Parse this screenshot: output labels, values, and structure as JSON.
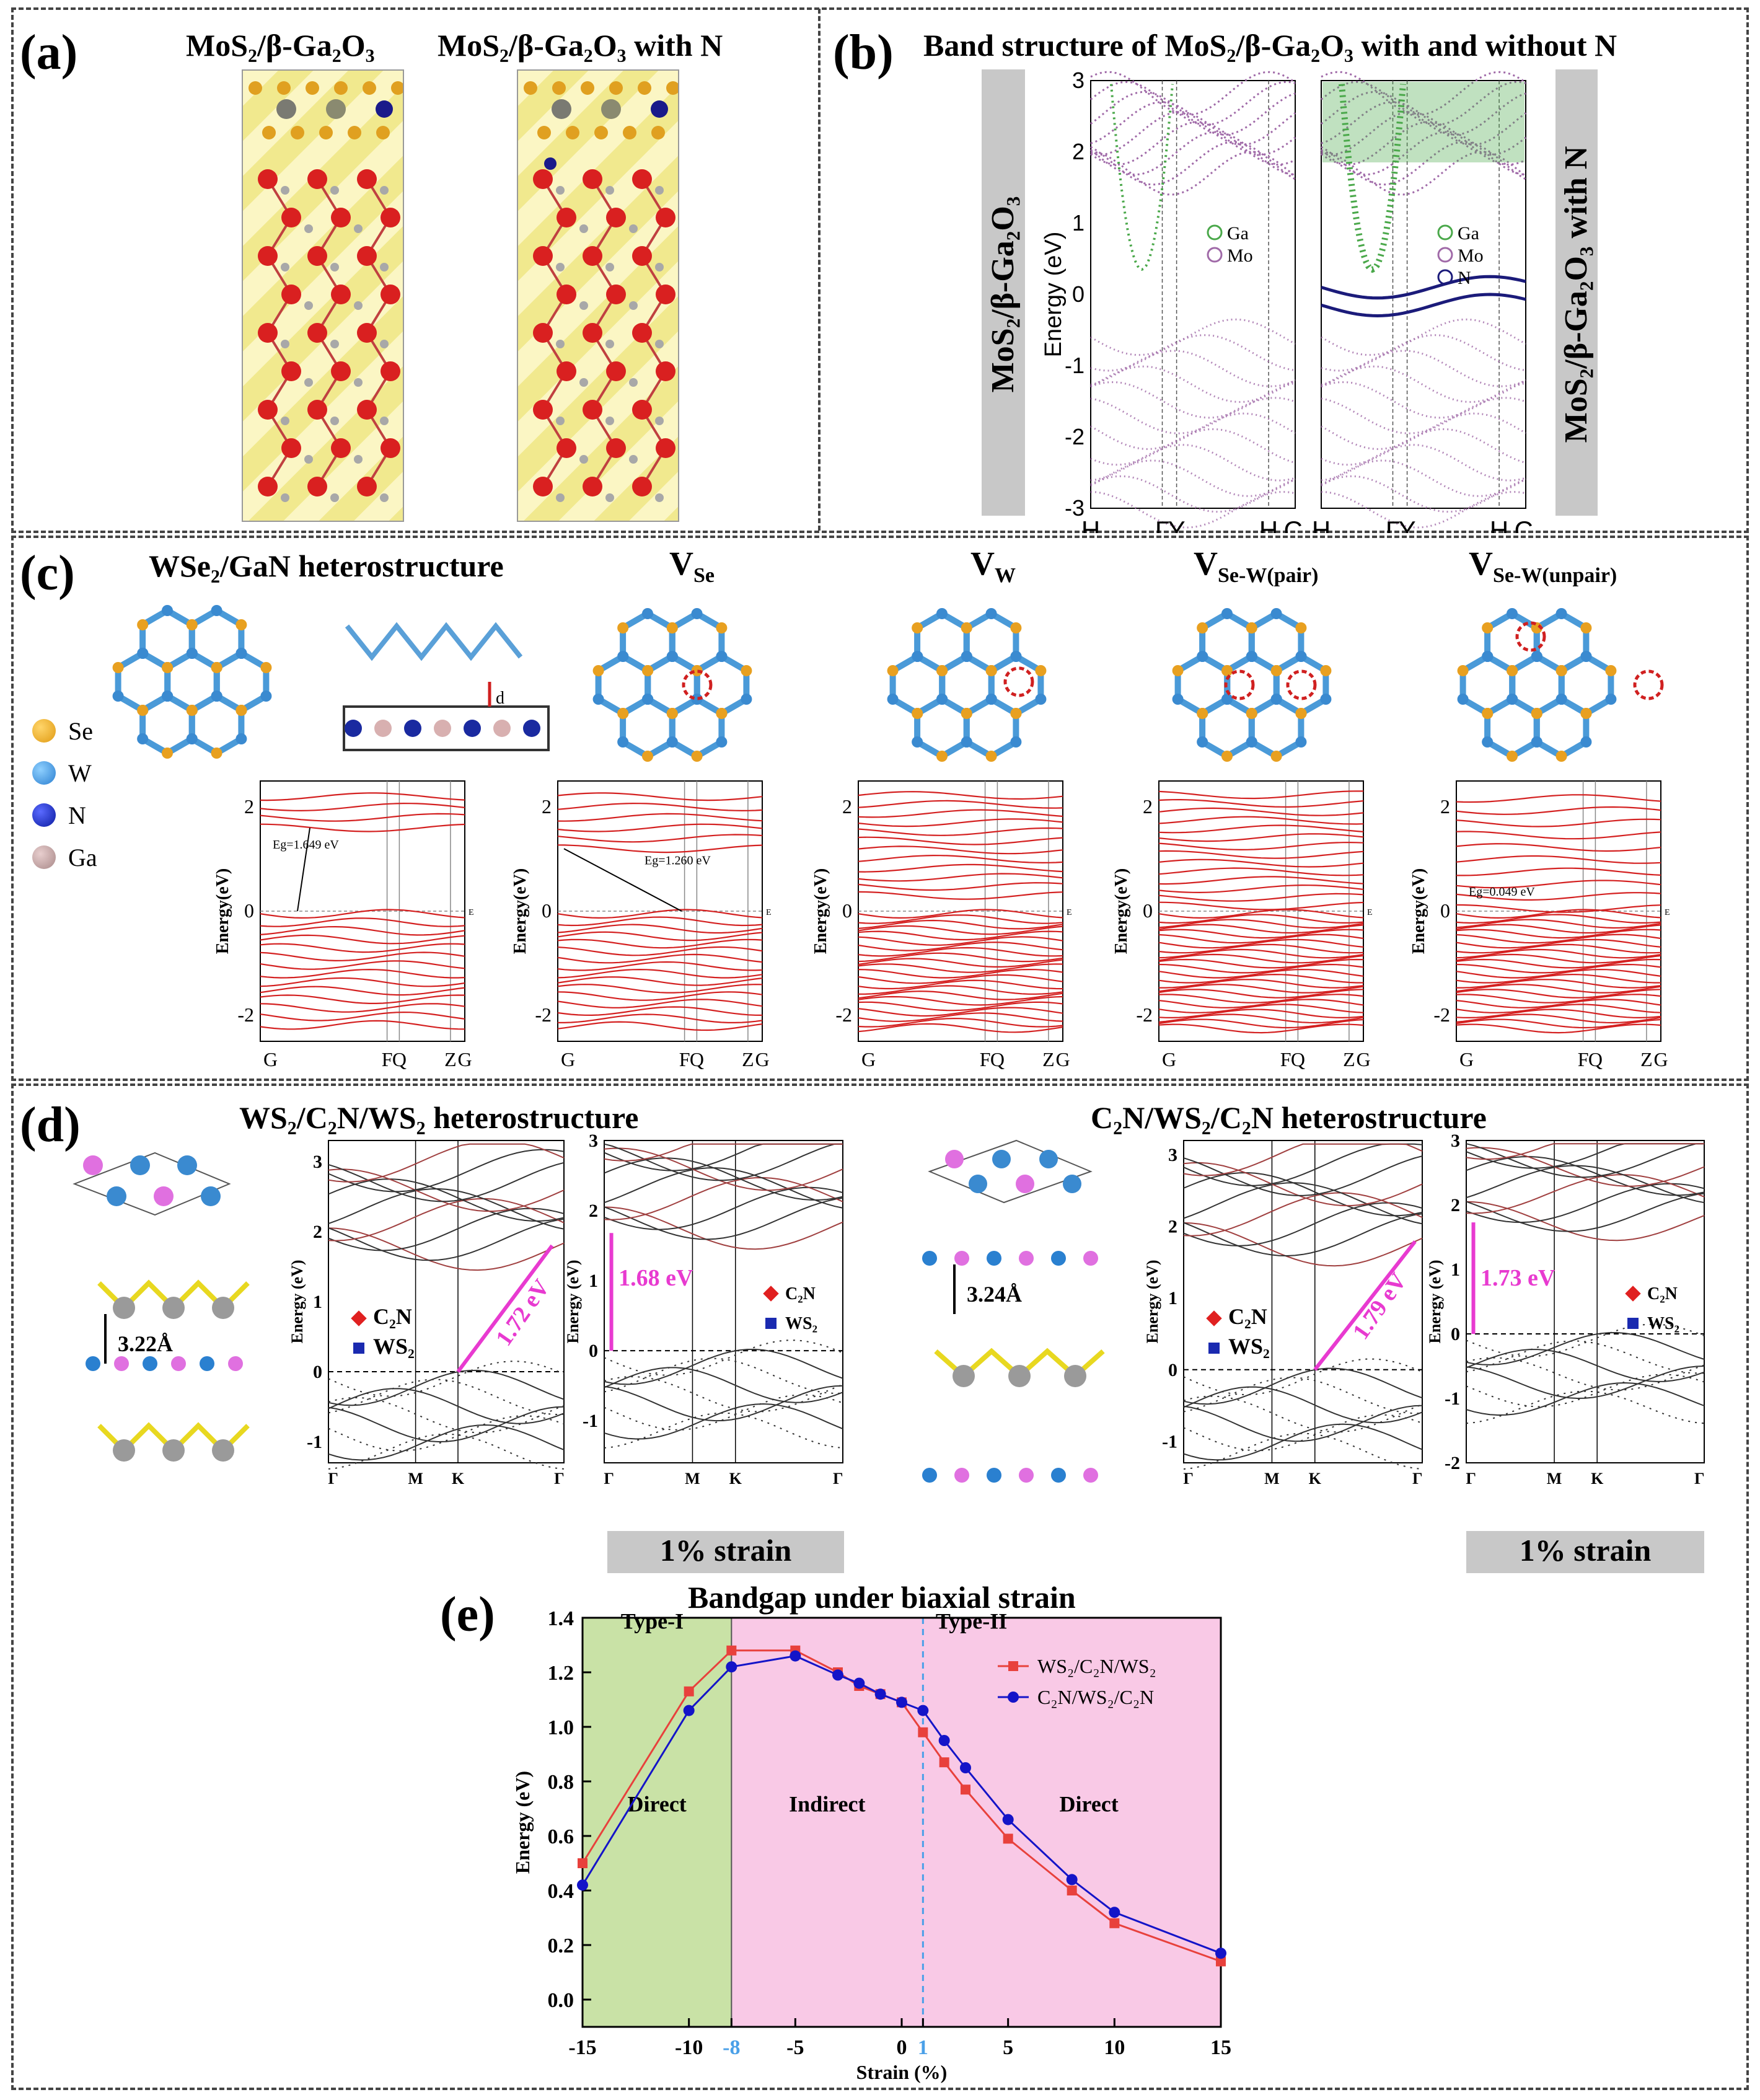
{
  "panel_a": {
    "label": "(a)",
    "title_left": "MoS₂/β-Ga₂O₃",
    "title_right": "MoS₂/β-Ga₂O₃ with N"
  },
  "panel_b": {
    "label": "(b)",
    "title": "Band structure of MoS₂/β-Ga₂O₃ with and without N",
    "side_left": "MoS₂/β-Ga₂O₃",
    "side_right": "MoS₂/β-Ga₂O₃ with N",
    "ylabel": "Energy (eV)",
    "yticks": [
      "3",
      "2",
      "1",
      "0",
      "-1",
      "-2",
      "-3"
    ],
    "xticks": [
      "H",
      "Γ",
      "Y",
      "H",
      "C"
    ],
    "legend_left": [
      "Ga",
      "Mo"
    ],
    "legend_right": [
      "Ga",
      "Mo",
      "N"
    ]
  },
  "panel_c": {
    "label": "(c)",
    "title": "WSe₂/GaN heterostructure",
    "defects": [
      "V",
      "V",
      "V",
      "V"
    ],
    "defect_subs": [
      "Se",
      "W",
      "Se-W(pair)",
      "Se-W(unpair)"
    ],
    "legend": [
      "Se",
      "W",
      "N",
      "Ga"
    ],
    "gaps": [
      "Eg=1.649 eV",
      "Eg=1.260 eV",
      "",
      "",
      "Eg=0.049 eV"
    ],
    "ylabel": "Energy(eV)",
    "yticks": [
      "2",
      "0",
      "-2"
    ],
    "xticks": [
      "G",
      "F",
      "Q",
      "Z",
      "G"
    ],
    "fermi": "E",
    "d_label": "d"
  },
  "panel_d": {
    "label": "(d)",
    "title_left": "WS₂/C₂N/WS₂ heterostructure",
    "title_right": "C₂N/WS₂/C₂N heterostructure",
    "gaps": [
      "1.72 eV",
      "1.68 eV",
      "1.79 eV",
      "1.73 eV"
    ],
    "strain_label": "1% strain",
    "distances": [
      "3.22Å",
      "3.24Å"
    ],
    "legend": [
      "C₂N",
      "WS₂"
    ],
    "ylabel": "Energy (eV)",
    "yticks_a": [
      "3",
      "2",
      "1",
      "0",
      "-1"
    ],
    "yticks_b": [
      "3",
      "2",
      "1",
      "0",
      "-1",
      "-2"
    ],
    "xticks": [
      "Γ",
      "M",
      "K",
      "Γ"
    ]
  },
  "panel_e": {
    "label": "(e)"
  },
  "colors": {
    "band_red": "#d42020",
    "ga_green": "#4aa84a",
    "mo_purple": "#a06aa8",
    "n_navy": "#1b1b7a",
    "magenta": "#e83ad0",
    "type1_fill": "#c9e2a6",
    "type2_fill": "#f9c9e6",
    "series_red": "#e8413c",
    "series_blue": "#1414c8"
  },
  "chart_data": {
    "type": "line",
    "title": "Bandgap under biaxial strain",
    "xlabel": "Strain (%)",
    "ylabel": "Energy (eV)",
    "xlim": [
      -15,
      15
    ],
    "ylim": [
      -0.1,
      1.4
    ],
    "xticks": [
      -15,
      -10,
      -8,
      -5,
      0,
      1,
      5,
      10,
      15
    ],
    "yticks": [
      0.0,
      0.2,
      0.4,
      0.6,
      0.8,
      1.0,
      1.2,
      1.4
    ],
    "region_labels": [
      "Type-I",
      "Type-II",
      "Direct",
      "Indirect",
      "Direct"
    ],
    "region_boundaries": [
      -8,
      1
    ],
    "legend_placement": "top-right",
    "series": [
      {
        "name": "WS₂/C₂N/WS₂",
        "color": "#e8413c",
        "marker": "square",
        "x": [
          -15,
          -10,
          -8,
          -5,
          -3,
          -2,
          -1,
          0,
          1,
          2,
          3,
          5,
          8,
          10,
          15
        ],
        "y": [
          0.5,
          1.13,
          1.28,
          1.28,
          1.2,
          1.15,
          1.12,
          1.09,
          0.98,
          0.87,
          0.77,
          0.59,
          0.4,
          0.28,
          0.14
        ]
      },
      {
        "name": "C₂N/WS₂/C₂N",
        "color": "#1414c8",
        "marker": "circle",
        "x": [
          -15,
          -10,
          -8,
          -5,
          -3,
          -2,
          -1,
          0,
          1,
          2,
          3,
          5,
          8,
          10,
          15
        ],
        "y": [
          0.42,
          1.06,
          1.22,
          1.26,
          1.19,
          1.16,
          1.12,
          1.09,
          1.06,
          0.95,
          0.85,
          0.66,
          0.44,
          0.32,
          0.17
        ]
      }
    ]
  }
}
